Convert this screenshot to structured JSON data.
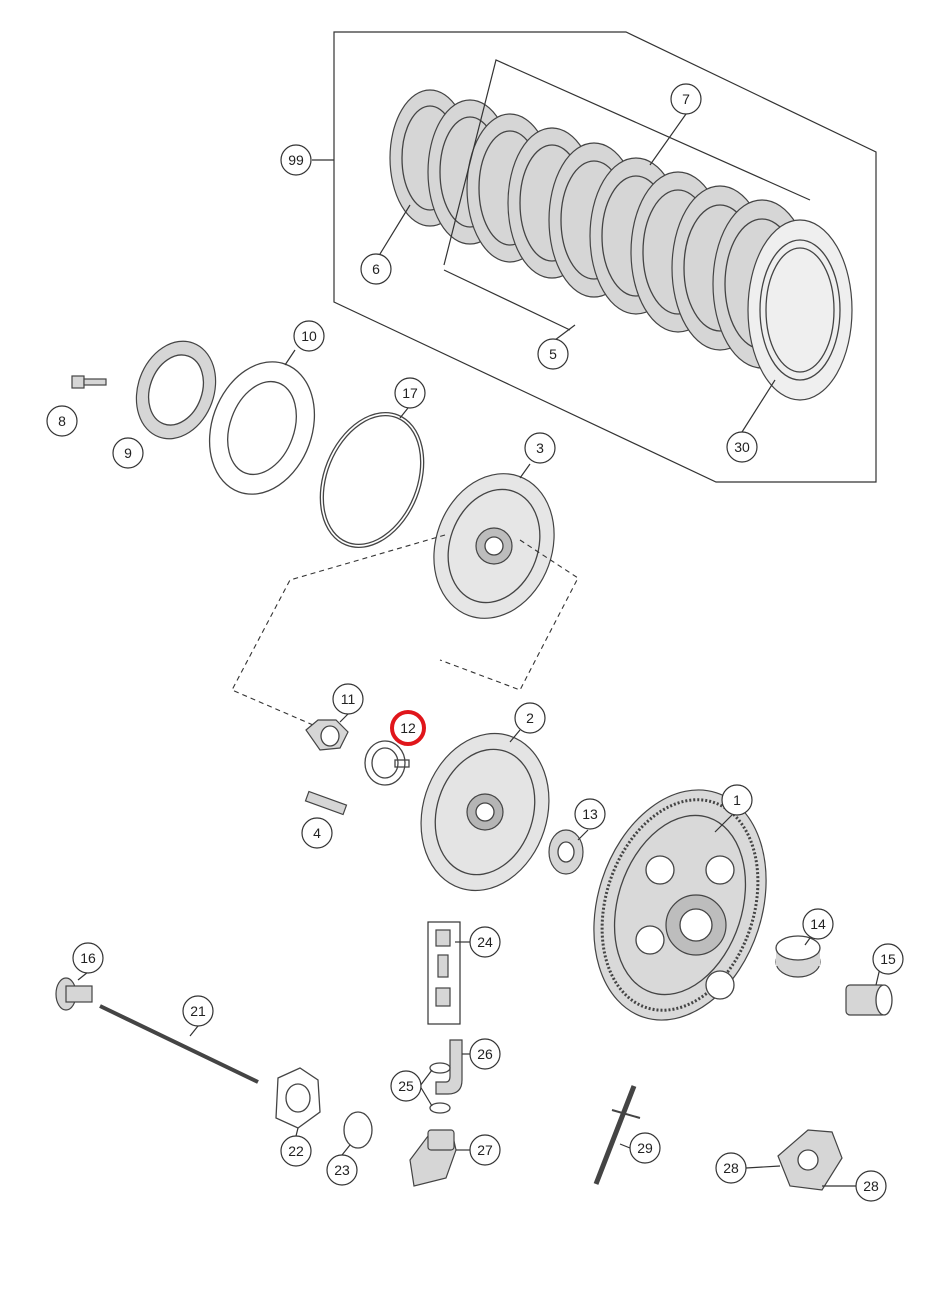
{
  "diagram": {
    "highlight_color": "#e0161b",
    "highlighted_callout": "12",
    "callouts": [
      {
        "id": "c99",
        "label": "99"
      },
      {
        "id": "c7",
        "label": "7"
      },
      {
        "id": "c6",
        "label": "6"
      },
      {
        "id": "c5",
        "label": "5"
      },
      {
        "id": "c30",
        "label": "30"
      },
      {
        "id": "c10",
        "label": "10"
      },
      {
        "id": "c8",
        "label": "8"
      },
      {
        "id": "c9",
        "label": "9"
      },
      {
        "id": "c17",
        "label": "17"
      },
      {
        "id": "c3",
        "label": "3"
      },
      {
        "id": "c11",
        "label": "11"
      },
      {
        "id": "c12",
        "label": "12"
      },
      {
        "id": "c2",
        "label": "2"
      },
      {
        "id": "c4",
        "label": "4"
      },
      {
        "id": "c13",
        "label": "13"
      },
      {
        "id": "c1",
        "label": "1"
      },
      {
        "id": "c14",
        "label": "14"
      },
      {
        "id": "c15",
        "label": "15"
      },
      {
        "id": "c24",
        "label": "24"
      },
      {
        "id": "c16",
        "label": "16"
      },
      {
        "id": "c21",
        "label": "21"
      },
      {
        "id": "c26",
        "label": "26"
      },
      {
        "id": "c25",
        "label": "25"
      },
      {
        "id": "c22",
        "label": "22"
      },
      {
        "id": "c23",
        "label": "23"
      },
      {
        "id": "c27",
        "label": "27"
      },
      {
        "id": "c29",
        "label": "29"
      },
      {
        "id": "c28a",
        "label": "28"
      },
      {
        "id": "c28b",
        "label": "28"
      }
    ]
  }
}
